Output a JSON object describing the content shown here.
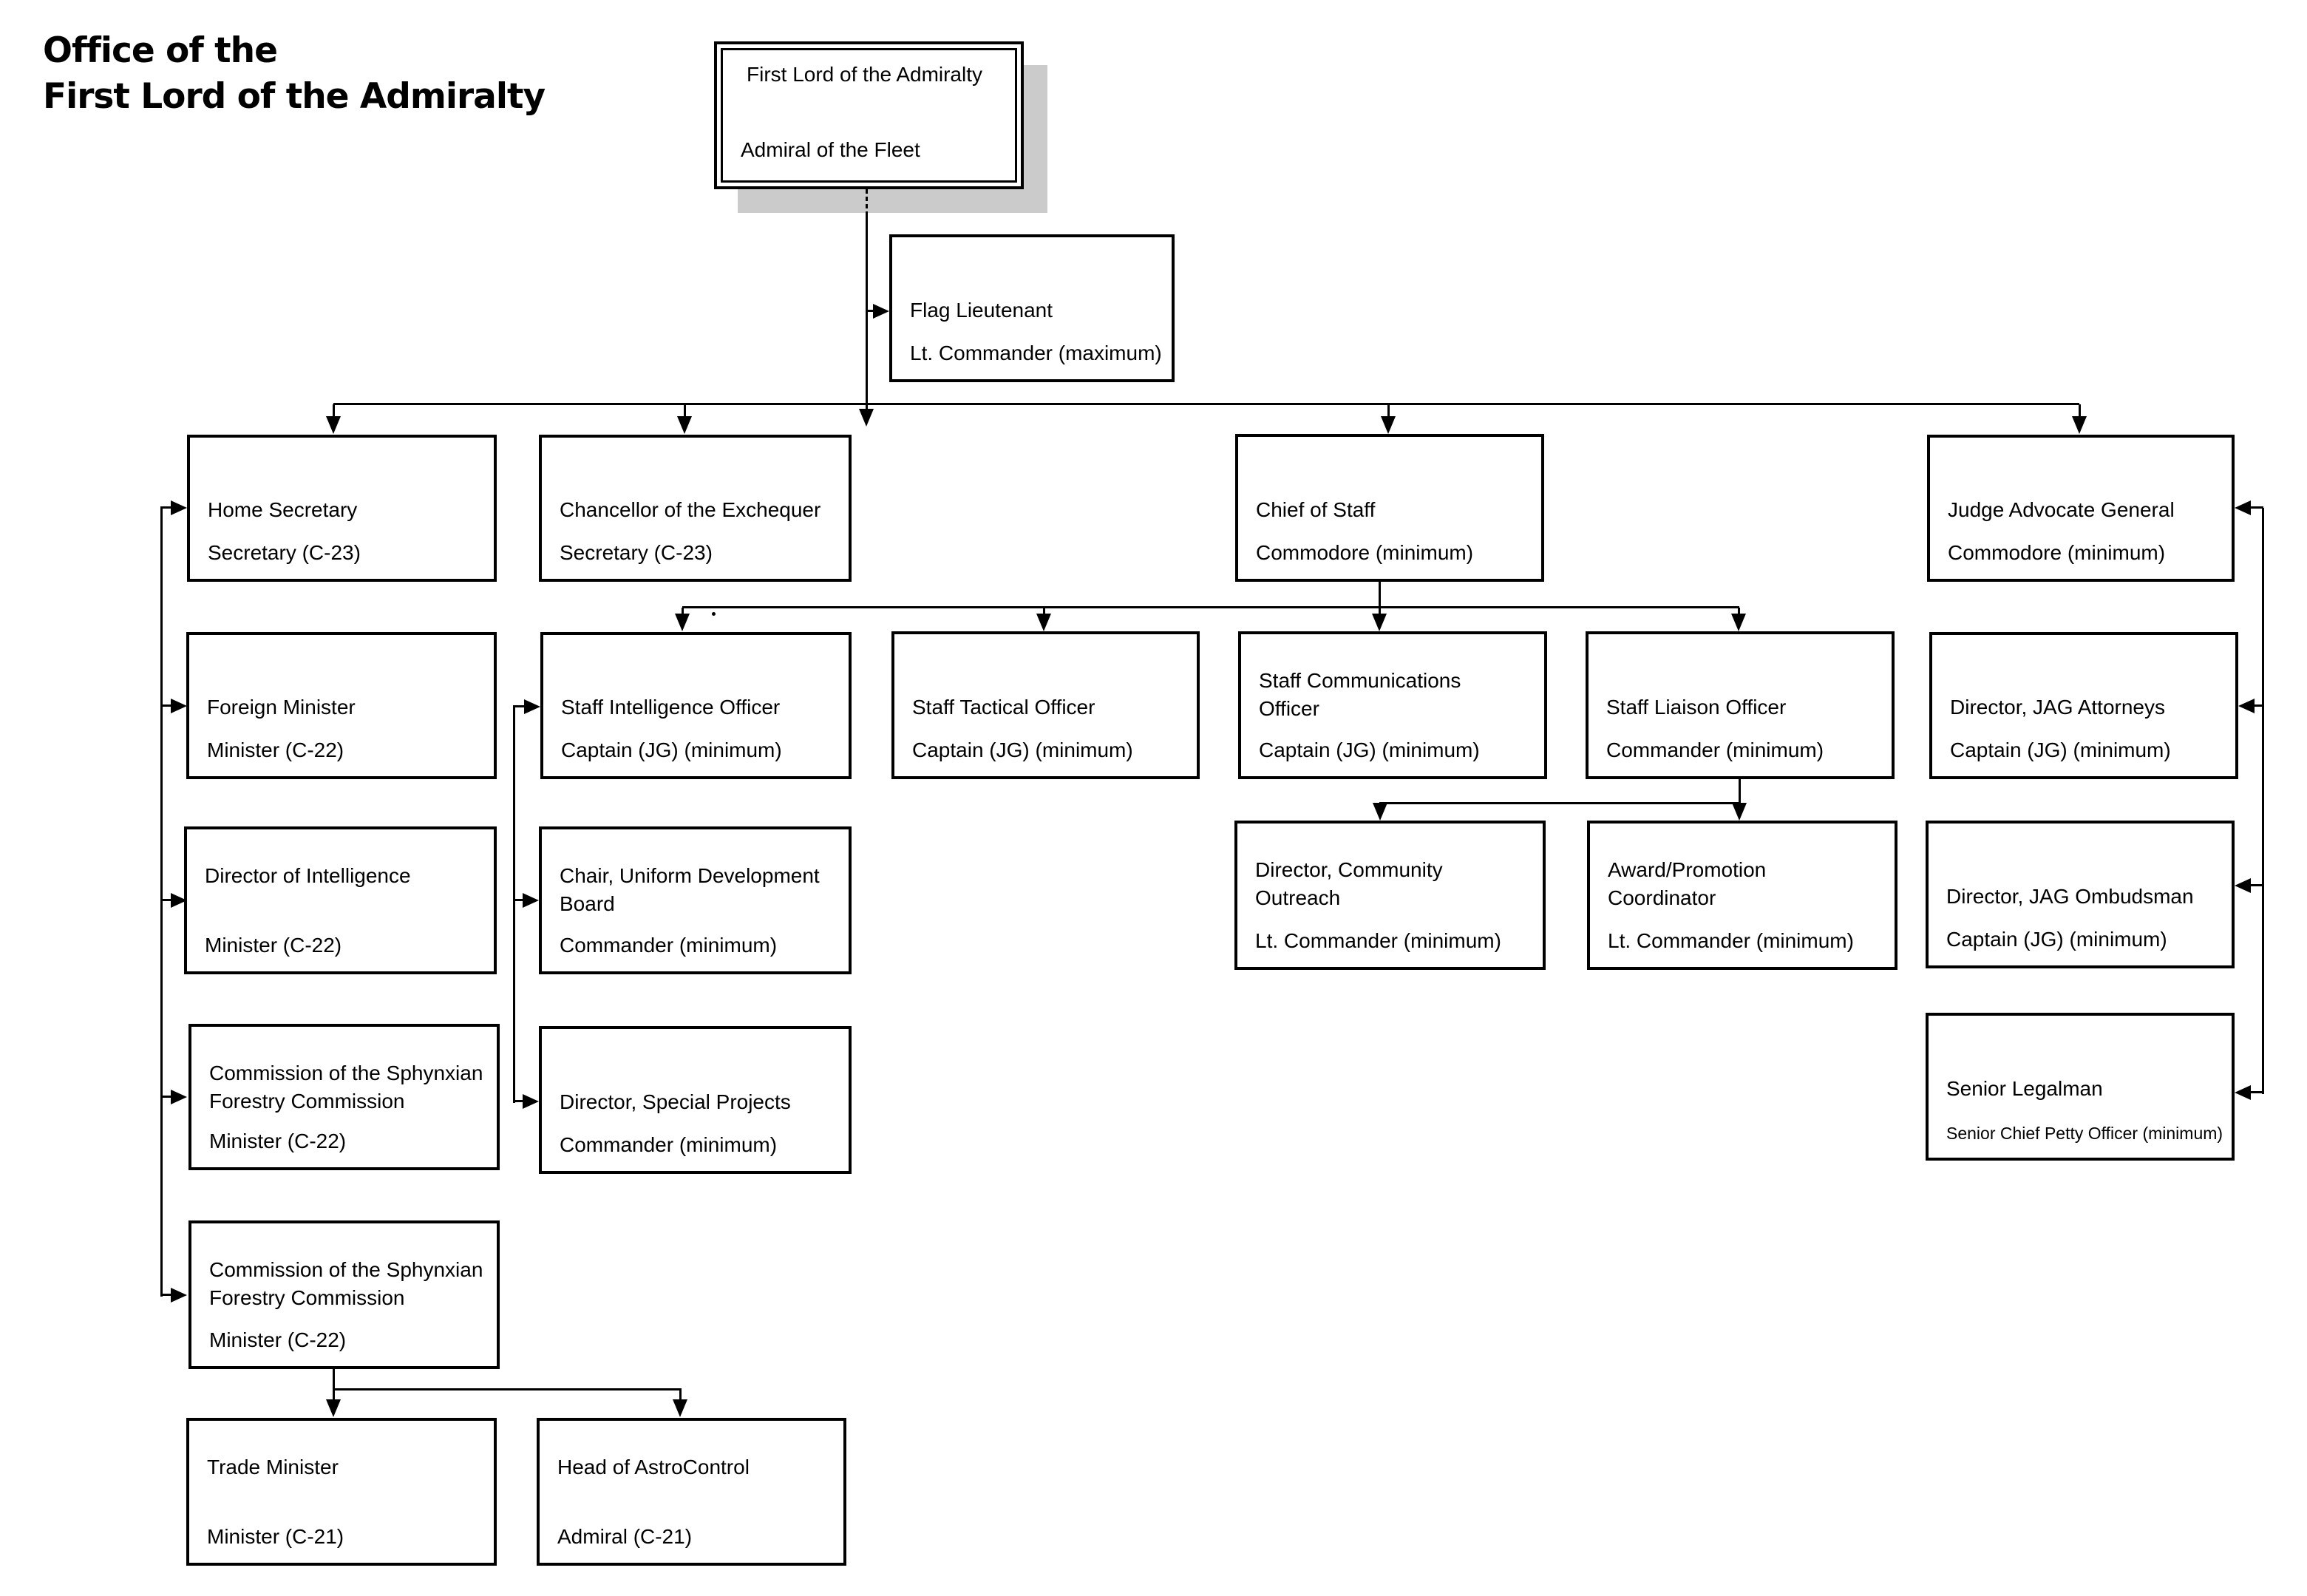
{
  "header": {
    "line1": "Office of the",
    "line2": "First Lord of the Admiralty"
  },
  "colors": {
    "line": "#000000",
    "text": "#000000",
    "shadow": "#cbcbcb",
    "background": "#ffffff"
  },
  "nodes": {
    "first_lord": {
      "title": "First Lord of the Admiralty",
      "rank": "Admiral of the Fleet"
    },
    "flag_lieutenant": {
      "title": "Flag Lieutenant",
      "rank": "Lt. Commander (maximum)"
    },
    "home_secretary": {
      "title": "Home Secretary",
      "rank": "Secretary (C-23)"
    },
    "chancellor": {
      "title": "Chancellor of the Exchequer",
      "rank": "Secretary (C-23)"
    },
    "chief_of_staff": {
      "title": "Chief of Staff",
      "rank": "Commodore (minimum)"
    },
    "judge_advocate_general": {
      "title": "Judge Advocate General",
      "rank": "Commodore (minimum)"
    },
    "foreign_minister": {
      "title": "Foreign Minister",
      "rank": "Minister (C-22)"
    },
    "staff_intelligence_officer": {
      "title": "Staff Intelligence Officer",
      "rank": "Captain (JG) (minimum)"
    },
    "staff_tactical_officer": {
      "title": "Staff Tactical Officer",
      "rank": "Captain (JG) (minimum)"
    },
    "staff_communications_officer": {
      "title": "Staff Communications Officer",
      "rank": "Captain (JG) (minimum)"
    },
    "staff_liaison_officer": {
      "title": "Staff Liaison Officer",
      "rank": "Commander (minimum)"
    },
    "director_jag_attorneys": {
      "title": "Director, JAG Attorneys",
      "rank": "Captain (JG) (minimum)"
    },
    "director_of_intelligence": {
      "title": "Director of Intelligence",
      "rank": "Minister (C-22)"
    },
    "chair_uniform_development_board": {
      "title": "Chair, Uniform Development Board",
      "rank": "Commander (minimum)"
    },
    "director_community_outreach": {
      "title": "Director, Community Outreach",
      "rank": "Lt. Commander (minimum)"
    },
    "award_promotion_coordinator": {
      "title": "Award/Promotion Coordinator",
      "rank": "Lt. Commander (minimum)"
    },
    "director_jag_ombudsman": {
      "title": "Director, JAG Ombudsman",
      "rank": "Captain (JG) (minimum)"
    },
    "commission_sphynxian_forestry_1": {
      "title": "Commission of the Sphynxian Forestry Commission",
      "rank": "Minister (C-22)"
    },
    "director_special_projects": {
      "title": "Director, Special Projects",
      "rank": "Commander (minimum)"
    },
    "senior_legalman": {
      "title": "Senior Legalman",
      "rank": "Senior Chief Petty Officer (minimum)"
    },
    "commission_sphynxian_forestry_2": {
      "title": "Commission of the Sphynxian Forestry Commission",
      "rank": "Minister (C-22)"
    },
    "trade_minister": {
      "title": "Trade Minister",
      "rank": "Minister (C-21)"
    },
    "head_of_astrocontrol": {
      "title": "Head of AstroControl",
      "rank": "Admiral (C-21)"
    }
  }
}
